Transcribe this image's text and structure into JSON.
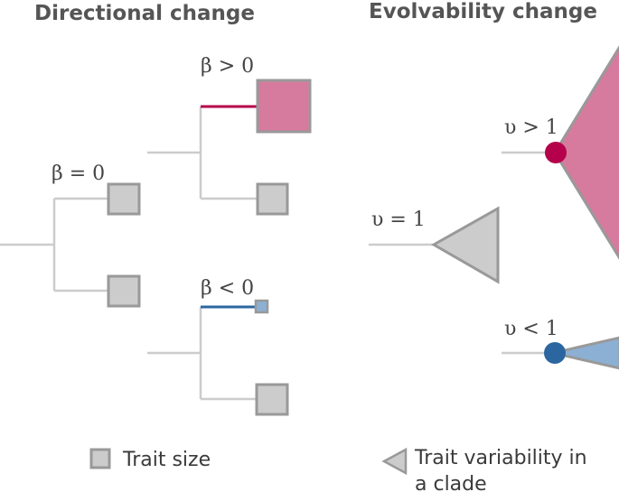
{
  "panels": {
    "directional": {
      "title": "Directional change",
      "labels": {
        "root": "β = 0",
        "increase": "β > 0",
        "decrease": "β < 0"
      }
    },
    "evolvability": {
      "title": "Evolvability change",
      "labels": {
        "root": "υ = 1",
        "increase": "υ > 1",
        "decrease": "υ < 1"
      }
    }
  },
  "legend": {
    "trait_size": "Trait size",
    "trait_variability_line1": "Trait variability in",
    "trait_variability_line2": "a clade"
  },
  "colors": {
    "increase": "#b5004b",
    "increase_fill": "#d67a9e",
    "decrease": "#2c66a0",
    "decrease_fill": "#8cb0d4",
    "neutral_fill": "#cccccc",
    "neutral_stroke": "#999999",
    "branch": "#cccccc"
  }
}
